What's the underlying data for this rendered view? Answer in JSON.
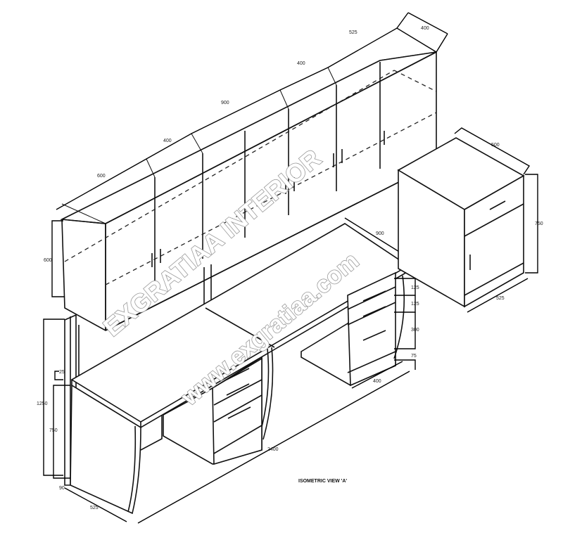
{
  "drawing": {
    "caption": "ISOMETRIC VIEW 'A'",
    "wall_cabinet_dims": {
      "widths": [
        "600",
        "400",
        "900",
        "400",
        "525"
      ],
      "depth": "400",
      "height": "600"
    },
    "workbench_dims": {
      "total_height": "1250",
      "bench_height": "750",
      "top_thickness": "25",
      "plinth": "90",
      "depth": "525",
      "length": "2400",
      "top_depth": "900"
    },
    "pedestal_dims": {
      "drawer_1": "125",
      "drawer_2": "125",
      "drawer_3": "300",
      "plinth": "75",
      "width": "400"
    },
    "side_cabinet_dims": {
      "width": "500",
      "height": "750",
      "depth": "525"
    }
  },
  "watermark": {
    "brand": "EXGRATIAA INTERIOR",
    "website": "www.exgratiaa.com"
  }
}
